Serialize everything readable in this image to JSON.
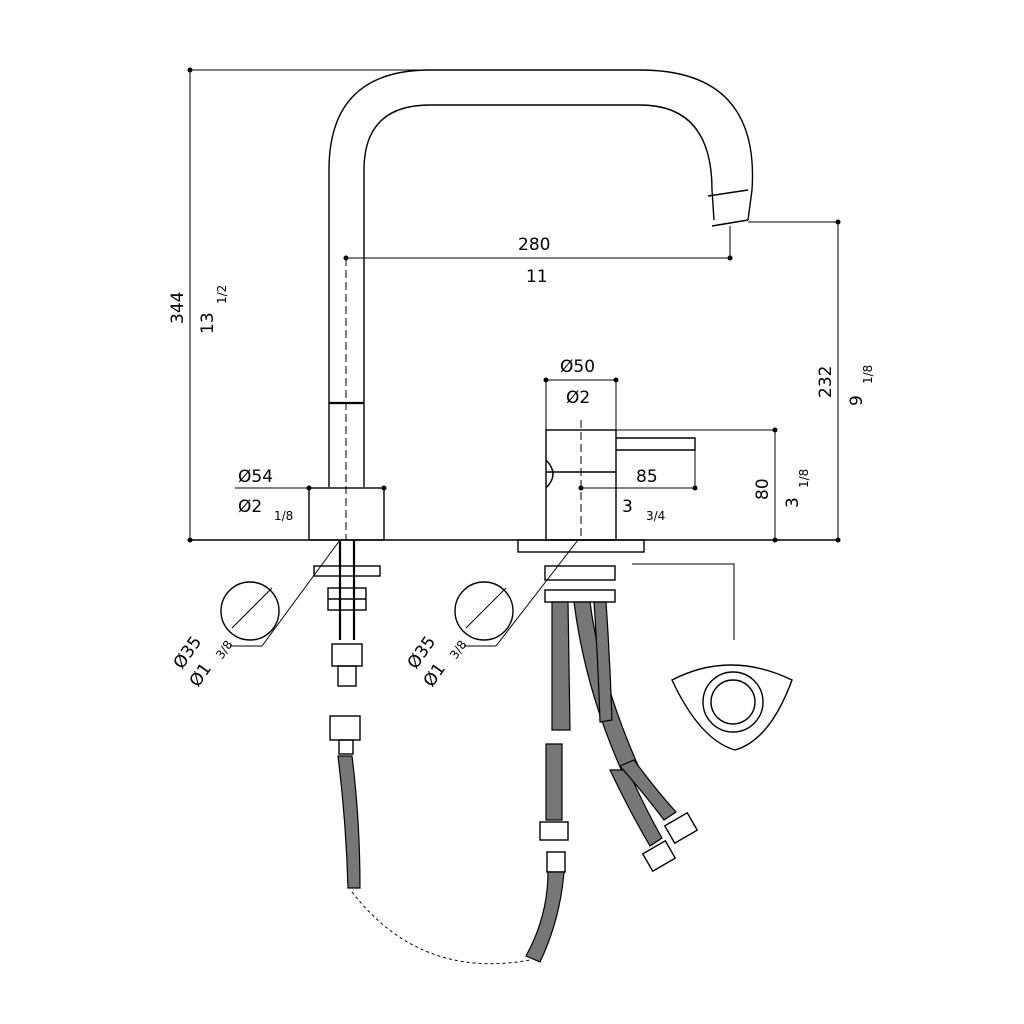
{
  "dimensions": {
    "total_height_mm": "344",
    "total_height_in_whole": "13",
    "total_height_in_fraction": "1/2",
    "spout_reach_mm": "280",
    "spout_reach_in": "11",
    "spout_height_mm": "232",
    "spout_height_in_whole": "9",
    "spout_height_in_fraction": "1/8",
    "mixer_diameter_mm": "Ø50",
    "mixer_diameter_in": "Ø2",
    "base_diameter_mm": "Ø54",
    "base_diameter_in_whole": "Ø2",
    "base_diameter_in_fraction": "1/8",
    "lever_length_mm": "85",
    "lever_length_in_whole": "3",
    "lever_length_in_fraction": "3/4",
    "mixer_height_mm": "80",
    "mixer_height_in_whole": "3",
    "mixer_height_in_fraction": "1/8",
    "hole_left_mm": "Ø35",
    "hole_left_in_whole": "Ø1",
    "hole_left_in_fraction": "3/8",
    "hole_right_mm": "Ø35",
    "hole_right_in_whole": "Ø1",
    "hole_right_in_fraction": "3/8"
  }
}
